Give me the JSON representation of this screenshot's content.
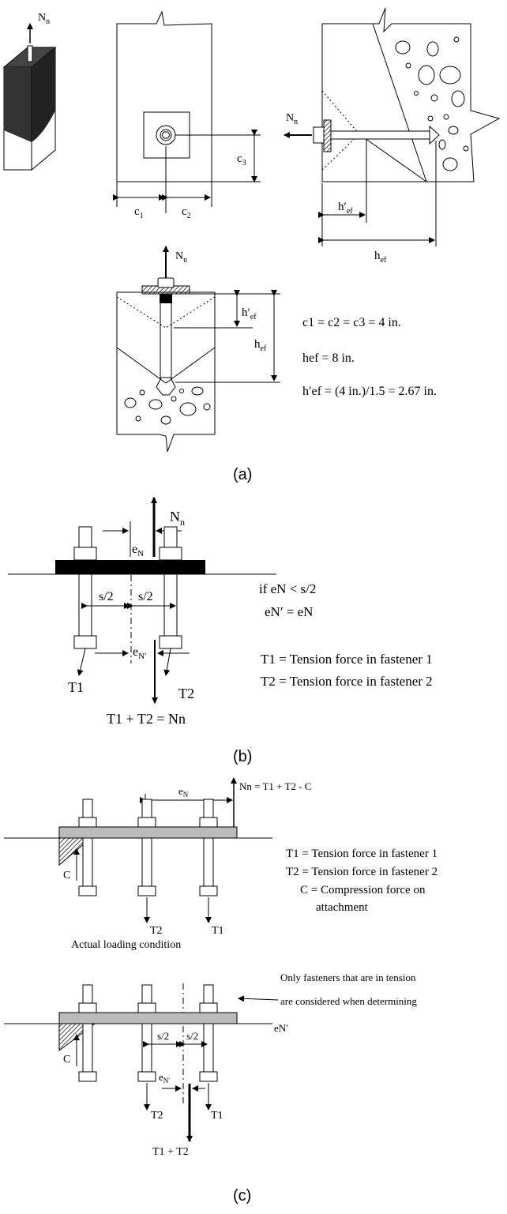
{
  "panel_a": {
    "caption": "(a)",
    "top_left_load": "N",
    "top_left_sub": "n",
    "edge_c1": "c",
    "edge_c1_sub": "1",
    "edge_c2": "c",
    "edge_c2_sub": "2",
    "edge_c3": "c",
    "edge_c3_sub": "3",
    "side_load": "N",
    "side_load_sub": "n",
    "side_hef_prime": "h′",
    "side_hef_prime_sub": "ef",
    "side_hef": "h",
    "side_hef_sub": "ef",
    "bottom_load": "N",
    "bottom_load_sub": "n",
    "bottom_hef_prime": "h′",
    "bottom_hef_prime_sub": "ef",
    "bottom_hef": "h",
    "bottom_hef_sub": "ef",
    "eq1": "c1 = c2 = c3 = 4 in.",
    "eq2": "hef = 8 in.",
    "eq3": "h′ef  = (4 in.)/1.5 = 2.67 in."
  },
  "panel_b": {
    "caption": "(b)",
    "load": "N",
    "load_sub": "n",
    "eN": "e",
    "eN_sub": "N",
    "half_s_left": "s/2",
    "half_s_right": "s/2",
    "eN_prime": "e",
    "eN_prime_sub": "N′",
    "cond1": "if eN < s/2",
    "cond2": "eN′ = eN",
    "t1_def": "T1 = Tension force in fastener 1",
    "t2_def": "T2 = Tension force in fastener 2",
    "t1": "T1",
    "t2": "T2",
    "sum": "T1 + T2 = Nn"
  },
  "panel_c": {
    "caption": "(c)",
    "load_eq": "Nn = T1 + T2 - C",
    "eN": "e",
    "eN_sub": "N",
    "c_label": "C",
    "t2": "T2",
    "t1": "T1",
    "actual": "Actual loading condition",
    "def_t1": "T1 = Tension force in fastener 1",
    "def_t2": "T2 = Tension force in fastener 2",
    "def_c1": "C = Compression force on",
    "def_c2": "attachment",
    "note1": "Only fasteners that are in tension",
    "note2": "are considered when determining",
    "note3": "eN′",
    "half_s_left": "s/2",
    "half_s_right": "s/2",
    "eN_prime": "e",
    "eN_prime_sub": "N′",
    "c_label2": "C",
    "t2_b": "T2",
    "t1_b": "T1",
    "sum": "T1 + T2"
  }
}
